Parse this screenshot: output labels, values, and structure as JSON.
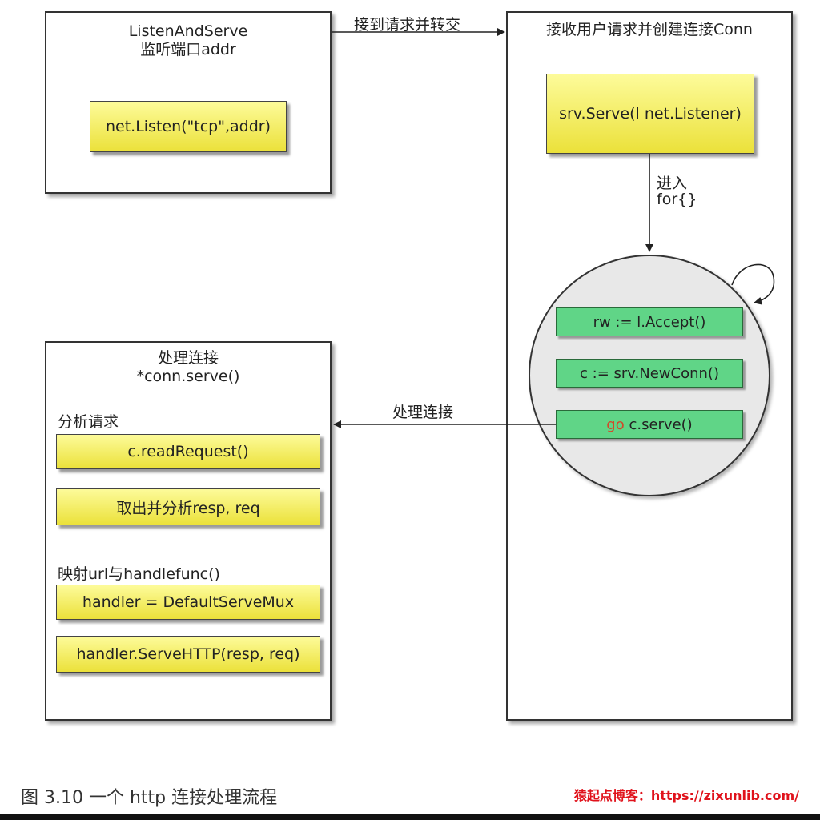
{
  "listen_box": {
    "title_line1": "ListenAndServe",
    "title_line2": "监听端口addr",
    "button": "net.Listen(\"tcp\",addr)"
  },
  "arrow_top_label": "接到请求并转交",
  "accept_box": {
    "title": "接收用户请求并创建连接Conn",
    "serve_button": "srv.Serve(l net.Listener)",
    "enter_label_line1": "进入",
    "enter_label_line2": "for{}",
    "loop": {
      "accept": "rw := l.Accept()",
      "newconn": "c := srv.NewConn()",
      "go_keyword": "go",
      "serve": " c.serve()"
    }
  },
  "arrow_mid_label": "处理连接",
  "handle_box": {
    "title_line1": "处理连接",
    "title_line2": "*conn.serve()",
    "section1_label": "分析请求",
    "read_request": "c.readRequest()",
    "parse": "取出并分析resp, req",
    "section2_label": "映射url与handlefunc()",
    "handler_assign": "handler = DefaultServeMux",
    "serve_http": "handler.ServeHTTP(resp, req)"
  },
  "caption": "图 3.10 一个 http 连接处理流程",
  "watermark": "猿起点博客：https://zixunlib.com/",
  "colors": {
    "yellow": "#f3ec5a",
    "green": "#60d587",
    "go_keyword": "#d2492a",
    "watermark": "#e0121b"
  }
}
